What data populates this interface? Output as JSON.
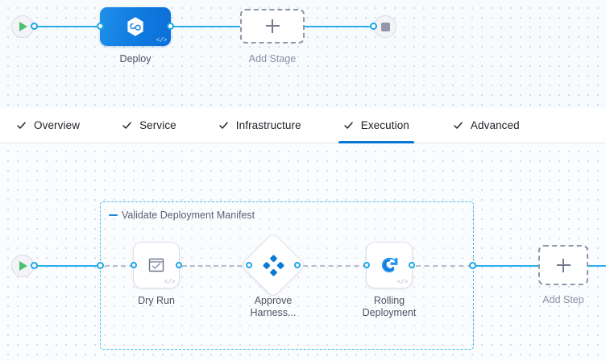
{
  "stage_canvas": {
    "start_node": {
      "name": "pipeline-start",
      "icon": "play-icon"
    },
    "end_node": {
      "name": "pipeline-end",
      "icon": "stop-icon"
    },
    "stages": [
      {
        "label": "Deploy",
        "icon": "harness-hexagon-icon",
        "badge": "</>",
        "selected": true
      }
    ],
    "add_stage": {
      "label": "Add Stage",
      "icon": "plus-icon"
    }
  },
  "tabs": [
    {
      "label": "Overview",
      "icon": "check-icon",
      "active": false
    },
    {
      "label": "Service",
      "icon": "check-icon",
      "active": false
    },
    {
      "label": "Infrastructure",
      "icon": "check-icon",
      "active": false
    },
    {
      "label": "Execution",
      "icon": "check-icon",
      "active": true
    },
    {
      "label": "Advanced",
      "icon": "check-icon",
      "active": false
    }
  ],
  "execution_canvas": {
    "start_node": {
      "name": "execution-start",
      "icon": "play-icon"
    },
    "group": {
      "label": "Validate Deployment Manifest",
      "collapse_icon": "minus-icon"
    },
    "steps": [
      {
        "label": "Dry Run",
        "icon": "checked-box-icon",
        "shape": "card",
        "badge": "</>"
      },
      {
        "label": "Approve Harness...",
        "icon": "harness-diamond-icon",
        "shape": "diamond",
        "badge": ""
      },
      {
        "label": "Rolling Deployment",
        "icon": "rolling-deployment-icon",
        "shape": "card",
        "badge": "</>"
      }
    ],
    "add_step": {
      "label": "Add Step",
      "icon": "plus-icon"
    }
  },
  "colors": {
    "accent_blue": "#0278d5",
    "link_blue": "#29b0ec",
    "group_border": "#3ec0f0",
    "stage_gradient_from": "#1f8fe8",
    "stage_gradient_to": "#0b6fd8",
    "play_green": "#4dc16e",
    "stop_gray": "#9497ab",
    "canvas_bg": "#f7fbfd"
  }
}
